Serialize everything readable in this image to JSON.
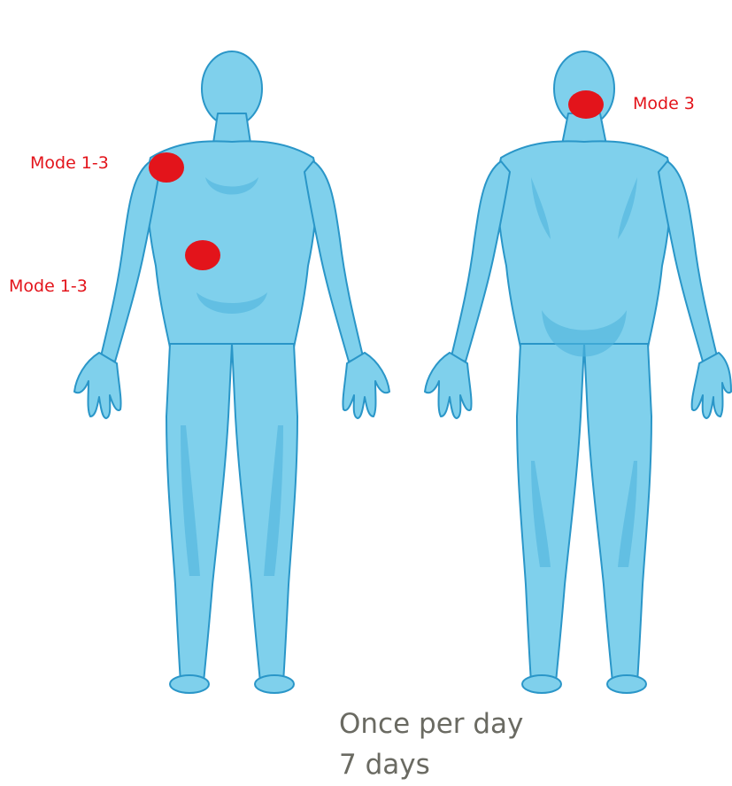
{
  "colors": {
    "body_fill": "#7fd0ec",
    "body_outline": "#2a96c8",
    "body_shadow": "#4fb4dd",
    "marker": "#e3141b",
    "label_text": "#e3141b",
    "schedule_text": "#6a6a62"
  },
  "figures": [
    {
      "view": "front",
      "markers": [
        {
          "label": "Mode 1-3"
        },
        {
          "label": "Mode 1-3"
        }
      ]
    },
    {
      "view": "back",
      "markers": [
        {
          "label": "Mode 3"
        }
      ]
    }
  ],
  "schedule": {
    "frequency": "Once per day",
    "duration": "7 days"
  }
}
